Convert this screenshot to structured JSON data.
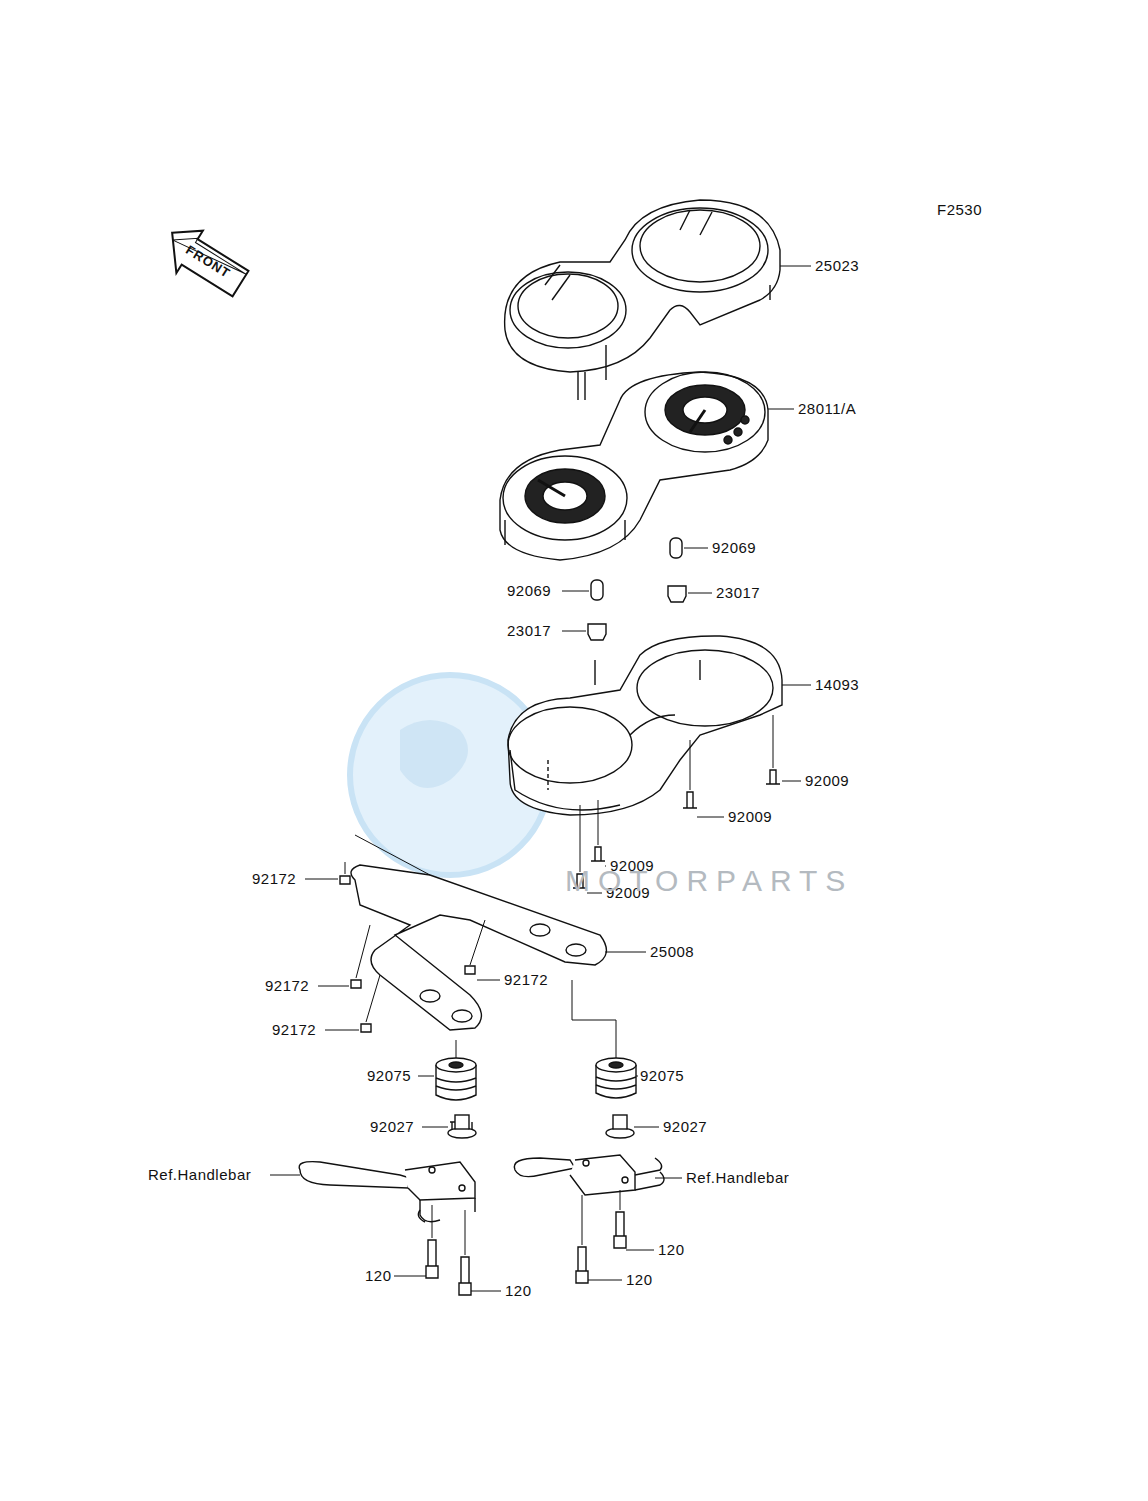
{
  "diagram": {
    "labels": [
      "F2530",
      "FRONT",
      "25023",
      "28011/A",
      "92069",
      "92069",
      "23017",
      "23017",
      "14093",
      "92009",
      "92009",
      "92009",
      "92009",
      "92172",
      "25008",
      "92172",
      "92172",
      "92172",
      "92075",
      "92075",
      "92027",
      "92027",
      "Ref.Handlebar",
      "Ref.Handlebar",
      "120",
      "120",
      "120",
      "120",
      "MOTORPARTS"
    ]
  }
}
